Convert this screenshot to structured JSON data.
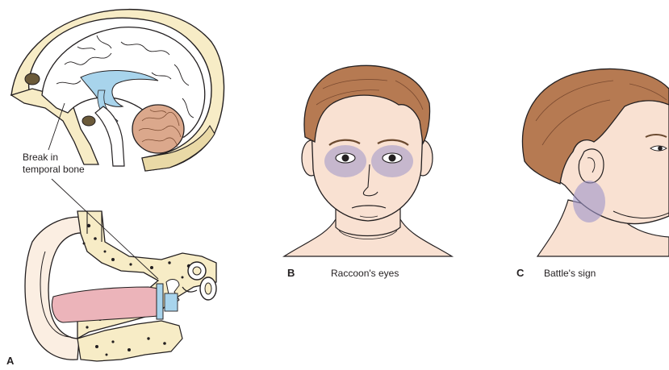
{
  "panels": {
    "a": {
      "letter": "A",
      "annotation_line1": "Break in",
      "annotation_line2": "temporal bone"
    },
    "b": {
      "letter": "B",
      "caption": "Raccoon's eyes"
    },
    "c": {
      "letter": "C",
      "caption": "Battle's sign"
    }
  },
  "colors": {
    "outline": "#231f20",
    "bone": "#f7ecc6",
    "brain": "#ffffff",
    "csf": "#a8d4ec",
    "cerebellum": "#dba88c",
    "skin": "#f9e1d2",
    "hair": "#b67a52",
    "bruise": "#9c95c9",
    "canal": "#ecb4ba",
    "cochlea": "#a8d4ec"
  }
}
